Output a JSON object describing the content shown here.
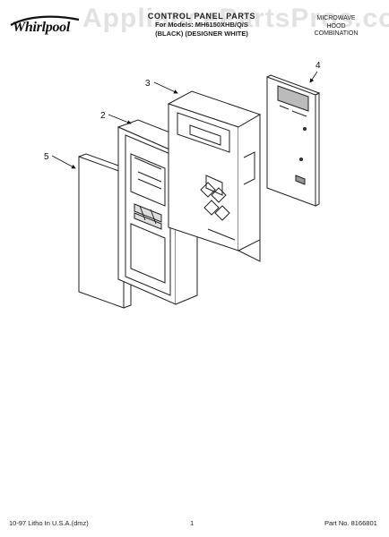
{
  "brand": {
    "name": "Whirlpool"
  },
  "watermark": "AppliancePartsPros.com",
  "header": {
    "title": "CONTROL PANEL PARTS",
    "model_line": "For Models: MH6150XHB/Q/S",
    "color_line": "(BLACK) (DESIGNER WHITE)"
  },
  "product": {
    "line1": "MICROWAVE",
    "line2": "HOOD",
    "line3": "COMBINATION"
  },
  "callouts": [
    "2",
    "3",
    "4",
    "5"
  ],
  "footer": {
    "litho": "10-97 Litho In U.S.A.(dmz)",
    "page": "1",
    "part_no": "Part No. 8166801"
  }
}
